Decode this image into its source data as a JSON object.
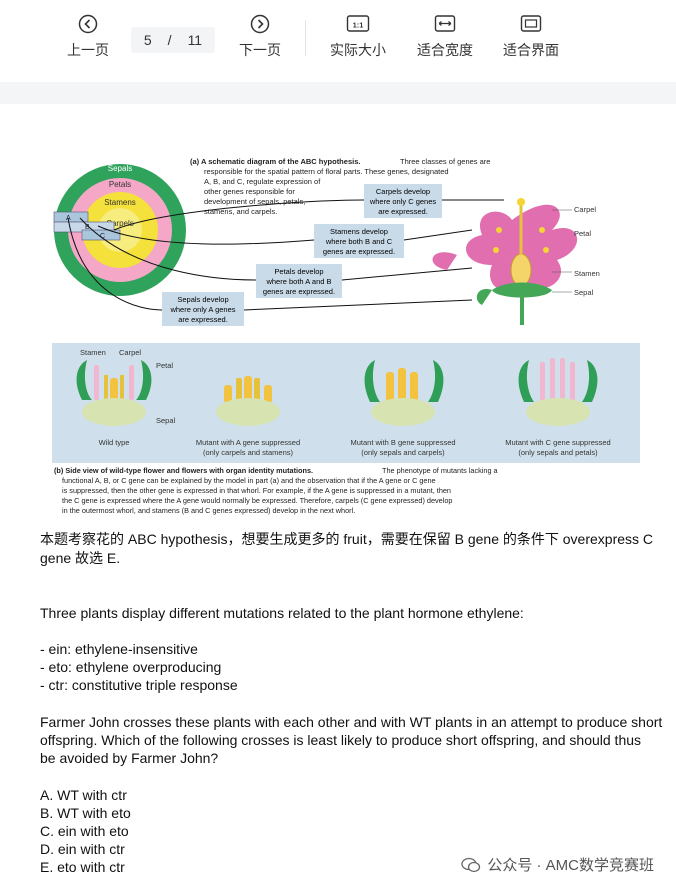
{
  "toolbar": {
    "prev_label": "上一页",
    "next_label": "下一页",
    "current_page": "5",
    "separator": "/",
    "total_pages": "11",
    "actual_size_label": "实际大小",
    "actual_size_icon_text": "1:1",
    "fit_width_label": "适合宽度",
    "fit_page_label": "适合界面"
  },
  "figure": {
    "part_a_heading": "(a) A schematic diagram of the ABC hypothesis.",
    "part_a_text": [
      "Three classes of genes are",
      "responsible for the spatial pattern of floral parts. These genes, designated",
      "A, B, and C, regulate expression of",
      "other genes responsible for",
      "development of sepals, petals,",
      "stamens, and carpels."
    ],
    "rings": {
      "sepals": "Sepals",
      "petals": "Petals",
      "stamens": "Stamens",
      "carpels": "Carpels"
    },
    "gene_letters": {
      "a": "A",
      "b": "B",
      "c": "C"
    },
    "callouts": {
      "carpels": [
        "Carpels develop",
        "where only C genes",
        "are expressed."
      ],
      "stamens": [
        "Stamens develop",
        "where both B and C",
        "genes are expressed."
      ],
      "petals": [
        "Petals develop",
        "where both A and B",
        "genes are expressed."
      ],
      "sepals": [
        "Sepals develop",
        "where only A genes",
        "are expressed."
      ]
    },
    "flower_labels": {
      "carpel": "Carpel",
      "petal": "Petal",
      "stamen": "Stamen",
      "sepal": "Sepal"
    },
    "panel_b_labels": {
      "stamen": "Stamen",
      "carpel": "Carpel",
      "petal": "Petal",
      "sepal": "Sepal"
    },
    "mutants": [
      {
        "label": "Wild type",
        "sub": ""
      },
      {
        "label": "Mutant with A gene suppressed",
        "sub": "(only carpels and stamens)"
      },
      {
        "label": "Mutant with B gene suppressed",
        "sub": "(only sepals and carpels)"
      },
      {
        "label": "Mutant with C gene suppressed",
        "sub": "(only sepals and petals)"
      }
    ],
    "part_b_heading": "(b) Side view of wild-type flower and flowers with organ identity mutations.",
    "part_b_text": [
      "The phenotype of mutants lacking a",
      "functional A, B, or C gene can be explained by the model in part (a) and the observation that if the A gene or C gene",
      "is suppressed, then the other gene is expressed in that whorl. For example, if the A gene is suppressed in a mutant, then",
      "the C gene is expressed where the A gene would normally be expressed. Therefore, carpels (C gene expressed) develop",
      "in the outermost whorl, and stamens (B and C genes expressed) develop in the next whorl."
    ]
  },
  "answer_text_line1": "本题考察花的 ABC hypothesis，想要生成更多的 fruit，需要在保留 B gene 的条件下 overexpress C",
  "answer_text_line2": "gene  故选 E.",
  "question_intro": "Three plants display different mutations related to the plant hormone ethylene:",
  "mutations": [
    "- ein: ethylene-insensitive",
    "- eto: ethylene overproducing",
    "- ctr: constitutive triple response"
  ],
  "question_body": [
    "Farmer John crosses these plants with each other and with WT plants in an attempt to produce short",
    "offspring. Which of the following crosses is least likely to produce short offspring, and should thus",
    "be avoided by Farmer John?"
  ],
  "options": [
    "A. WT with ctr",
    "B. WT with eto",
    "C. ein with eto",
    "D. ein with ctr",
    "E. eto with ctr"
  ],
  "watermark": "公众号 · AMC数学竞赛班"
}
